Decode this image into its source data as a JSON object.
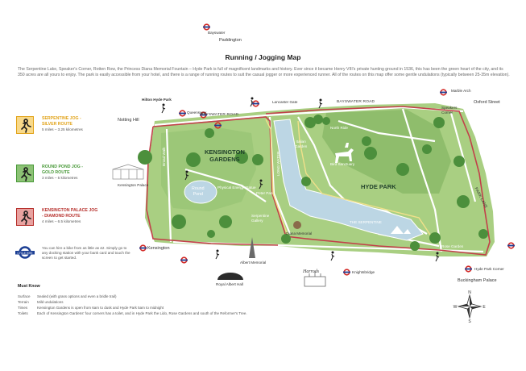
{
  "title": "Running / Jogging Map",
  "intro": "The Serpentine Lake, Speaker's Corner, Rotten Row, the Princess Diana Memorial Fountain – Hyde Park is full of magnificent landmarks and history. Ever since it became Henry VIII's private hunting ground in 1536, this has been the green heart of the city, and its 350 acres are all yours to enjoy. The park is easily accessible from your hotel, and there is a range of running routes to suit the casual jogger or more experienced runner. All of the routes on this map offer some gentle undulations (typically between 25-35m elevation).",
  "routes": [
    {
      "title1": "SERPENTINE JOG -",
      "title2": "SILVER ROUTE",
      "distance": "5 miles – 3.25 kilometres",
      "color": "#e2a41b"
    },
    {
      "title1": "ROUND POND JOG -",
      "title2": "GOLD ROUTE",
      "distance": "3 miles – 5 kilometres",
      "color": "#4a9a3a"
    },
    {
      "title1": "KENSINGTON PALACE JOG",
      "title2": "- DIAMOND ROUTE",
      "distance": "4 miles – 6.5 kilometres",
      "color": "#b7312d"
    }
  ],
  "cycle": {
    "badge": "CYCLE HIRE",
    "text": "You can hire a bike from as little as £2. Simply go to any docking station with your bank card and touch the screen to get started."
  },
  "must_know": {
    "title": "Must Know",
    "rows": [
      {
        "key": "Surface",
        "value": "Sealed (with grass options and even a bridle trail)"
      },
      {
        "key": "Terrain",
        "value": "Mild undulations"
      },
      {
        "key": "Times",
        "value": "Kensington Gardens is open from 6am to dusk and Hyde Park 5am to midnight"
      },
      {
        "key": "Toilets",
        "value": "Each of Kensington Gardens' four corners has a toilet, and in Hyde Park the Lido, Rose Gardens and south of the Reformer's Tree."
      }
    ]
  },
  "map": {
    "colors": {
      "park": "#a9cf82",
      "water": "#bcd6e4",
      "road": "#ffffff",
      "route": "#c2404a",
      "tube": "#d42a27",
      "tube_bar": "#1c3f94",
      "tree": "#4c8f3c"
    },
    "labels": {
      "bayswater": "Bayswater",
      "paddington": "Paddington",
      "hilton": "Hilton Hyde Park",
      "queensway": "Queensway",
      "lancaster_gate": "Lancaster Gate",
      "marble_arch": "Marble Arch",
      "bayswater_road_w": "BAYSWATER ROAD",
      "bayswater_road_e": "BAYSWATER ROAD",
      "oxford_street": "Oxford Street",
      "notting_hill": "Notting Hill",
      "speakers_corner_1": "Speakers",
      "speakers_corner_2": "Corner",
      "north_ride": "North Ride",
      "italian_garden_1": "Italian",
      "italian_garden_2": "Garden",
      "bird_sanctuary": "Bird Sanctuary",
      "kensington_gardens_1": "KENSINGTON",
      "kensington_gardens_2": "GARDENS",
      "long_water": "LONG WATER",
      "hyde_park": "HYDE PARK",
      "broad_walk": "Broad Walk",
      "round_pond_1": "Round",
      "round_pond_2": "Pond",
      "physical_energy": "Physical Energy Statue",
      "peter_pan": "Peter Pan",
      "kensington_palace": "Kensington Palace",
      "serpentine_gallery_1": "Serpentine",
      "serpentine_gallery_2": "Gallery",
      "diana_memorial": "Diana Memorial",
      "the_serpentine": "THE SERPENTINE",
      "rose_garden": "Rose Garden",
      "park_lane": "PARK LANE",
      "hyde_park_corner": "Hyde Park Corner",
      "kensington": "Kensington",
      "albert_memorial": "Albert Memorial",
      "royal_albert_hall": "Royal Albert Hall",
      "knightsbridge": "Knightsbridge",
      "harrods": "Harrods",
      "buckingham_palace": "Buckingham Palace"
    },
    "compass": {
      "n": "N",
      "s": "S",
      "e": "E",
      "w": "W"
    }
  }
}
